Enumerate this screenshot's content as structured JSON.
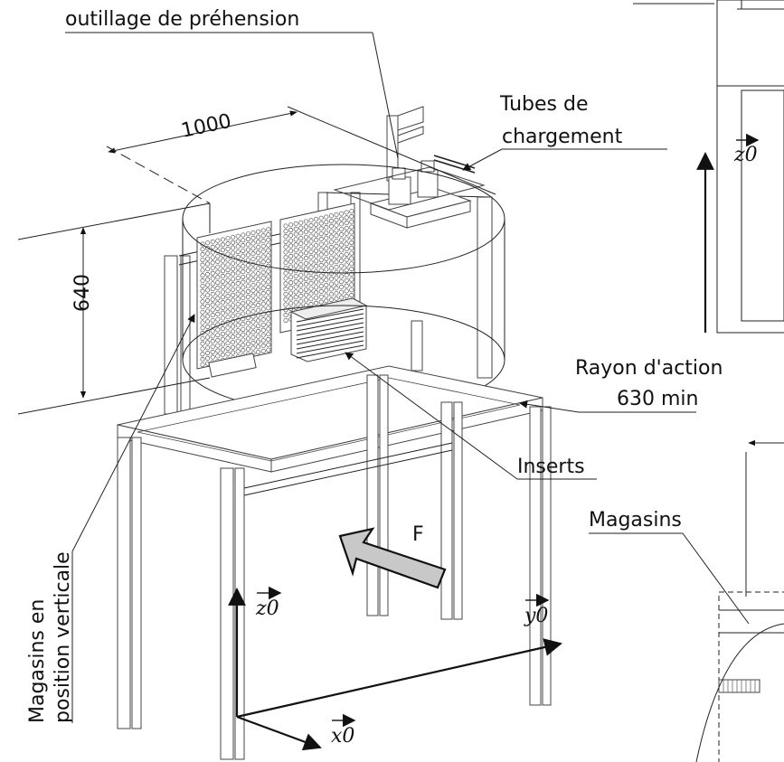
{
  "labels": {
    "gripper": "outillage de préhension",
    "tubes_line1": "Tubes de",
    "tubes_line2": "chargement",
    "dim_width": "1000",
    "dim_height": "640",
    "reach_line1": "Rayon d'action",
    "reach_line2": "630 min",
    "inserts": "Inserts",
    "magasins": "Magasins",
    "magasins_vert_line1": "Magasins en",
    "magasins_vert_line2": "position verticale",
    "force": "F"
  },
  "axes": {
    "z0": "z0",
    "y0": "y0",
    "x0": "x0",
    "z0_side": "z0"
  },
  "colors": {
    "arrow_fill": "#c8c8c8",
    "line": "#222222"
  }
}
